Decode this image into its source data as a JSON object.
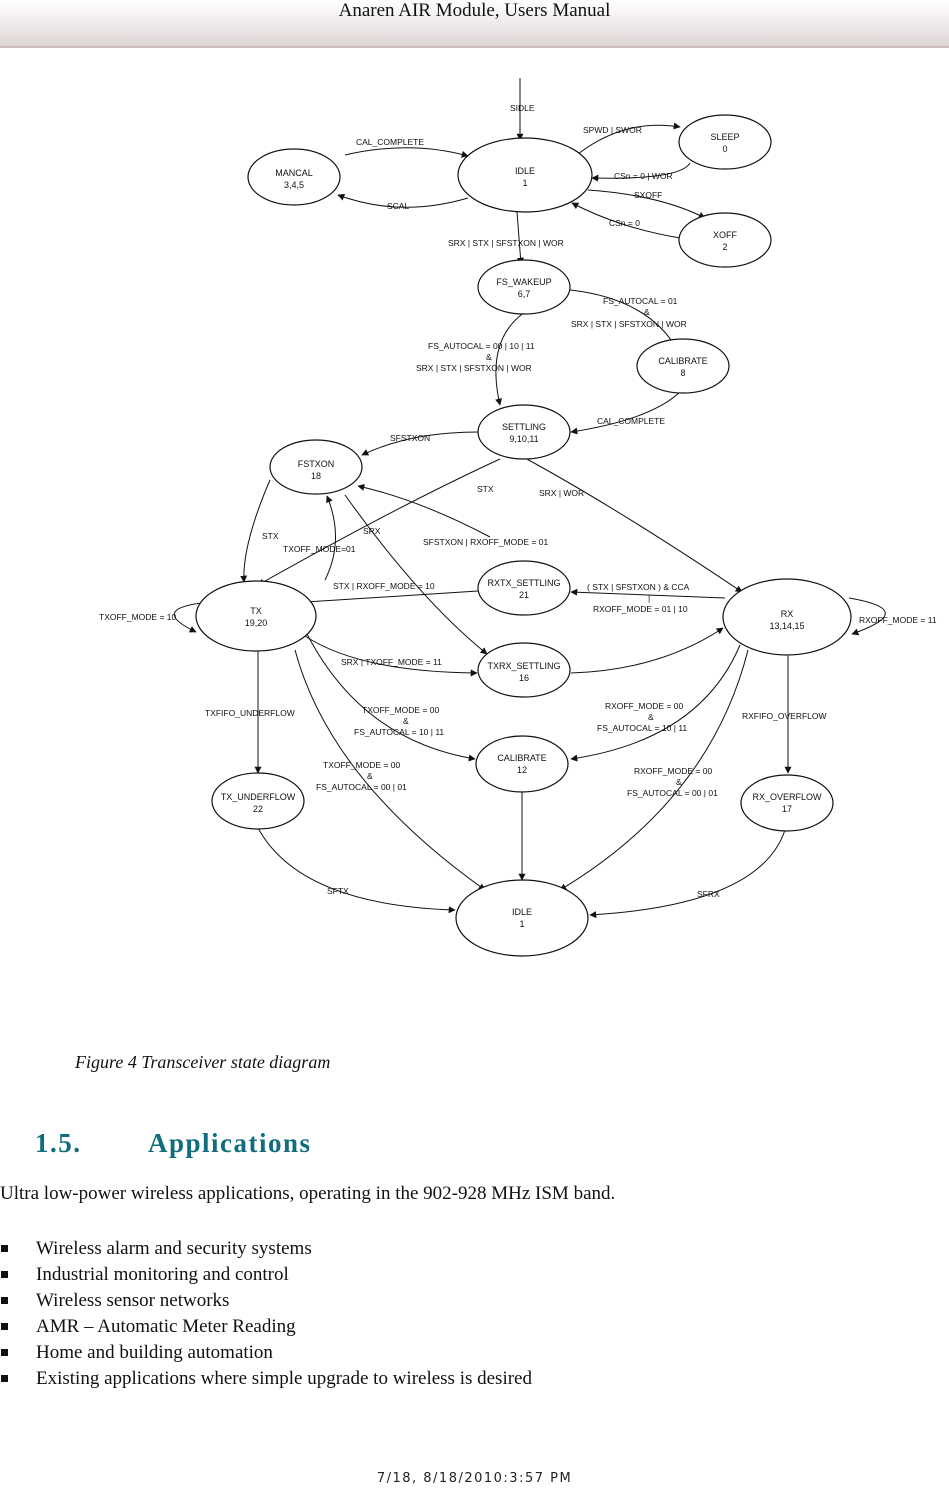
{
  "header": {
    "title": "Anaren AIR Module, Users Manual"
  },
  "diagram": {
    "states": {
      "idle_top": {
        "name": "IDLE",
        "num": "1"
      },
      "mancal": {
        "name": "MANCAL",
        "num": "3,4,5"
      },
      "sleep": {
        "name": "SLEEP",
        "num": "0"
      },
      "xoff": {
        "name": "XOFF",
        "num": "2"
      },
      "fs_wakeup": {
        "name": "FS_WAKEUP",
        "num": "6,7"
      },
      "calibrate_top": {
        "name": "CALIBRATE",
        "num": "8"
      },
      "settling": {
        "name": "SETTLING",
        "num": "9,10,11"
      },
      "fstxon": {
        "name": "FSTXON",
        "num": "18"
      },
      "tx": {
        "name": "TX",
        "num": "19,20"
      },
      "rx": {
        "name": "RX",
        "num": "13,14,15"
      },
      "rxtx_settling": {
        "name": "RXTX_SETTLING",
        "num": "21"
      },
      "txrx_settling": {
        "name": "TXRX_SETTLING",
        "num": "16"
      },
      "calibrate_mid": {
        "name": "CALIBRATE",
        "num": "12"
      },
      "tx_underflow": {
        "name": "TX_UNDERFLOW",
        "num": "22"
      },
      "rx_overflow": {
        "name": "RX_OVERFLOW",
        "num": "17"
      },
      "idle_bottom": {
        "name": "IDLE",
        "num": "1"
      }
    },
    "labels": {
      "sidle": "SIDLE",
      "cal_complete_top": "CAL_COMPLETE",
      "scal": "SCAL",
      "spwd_swor": "SPWD  |  SWOR",
      "csn_wor": "CSn = 0  |  WOR",
      "sxoff": "SXOFF",
      "csn0": "CSn = 0",
      "srx_stx_sfstxon_wor": "SRX  |  STX  |  SFSTXON  |  WOR",
      "fs_autocal_01": "FS_AUTOCAL = 01",
      "amp1": "&",
      "fs_autocal_01_cond": "SRX  |  STX  |  SFSTXON  |  WOR",
      "fs_autocal_00_10_11": "FS_AUTOCAL = 00 | 10 | 11",
      "amp2": "&",
      "fs_autocal_00_cond": "SRX  |  STX  |  SFSTXON  |  WOR",
      "cal_complete_mid": "CAL_COMPLETE",
      "sfstxon": "SFSTXON",
      "stx": "STX",
      "srx_wor": "SRX  |  WOR",
      "stx_left": "STX",
      "srx_left": "SRX",
      "txoff_mode_01": "TXOFF_MODE=01",
      "sfstxon_rxoff": "SFSTXON  |  RXOFF_MODE = 01",
      "stx_rxoff_10": "STX  |  RXOFF_MODE = 10",
      "stx_sfstxon_cca": "( STX  |  SFSTXON ) & CCA",
      "bar": "|",
      "rxoff_01_10": "RXOFF_MODE = 01 | 10",
      "txoff_mode_10": "TXOFF_MODE = 10",
      "rxoff_mode_11": "RXOFF_MODE = 11",
      "srx_txoff_11": "SRX  |  TXOFF_MODE = 11",
      "txfifo_underflow": "TXFIFO_UNDERFLOW",
      "txoff_00_a": "TXOFF_MODE = 00",
      "amp3": "&",
      "fs_10_11_a": "FS_AUTOCAL = 10 | 11",
      "rxoff_00_a": "RXOFF_MODE = 00",
      "amp4": "&",
      "fs_10_11_b": "FS_AUTOCAL = 10 | 11",
      "rxfifo_overflow": "RXFIFO_OVERFLOW",
      "txoff_00_b": "TXOFF_MODE = 00",
      "amp5": "&",
      "fs_00_01_a": "FS_AUTOCAL = 00 | 01",
      "rxoff_00_b": "RXOFF_MODE = 00",
      "amp6": "&",
      "fs_00_01_b": "FS_AUTOCAL = 00 | 01",
      "sftx": "SFTX",
      "sfrx": "SFRX"
    }
  },
  "caption": "Figure 4 Transceiver state diagram",
  "section": {
    "number": "1.5.",
    "title": "Applications"
  },
  "intro": "Ultra low-power wireless applications, operating in the 902-928 MHz ISM band.",
  "bullets": [
    "Wireless alarm and security systems",
    "Industrial monitoring and control",
    "Wireless sensor networks",
    "AMR – Automatic Meter Reading",
    "Home and building automation",
    "Existing applications where simple upgrade to wireless is desired"
  ],
  "footer": "7/18, 8/18/2010:3:57 PM"
}
